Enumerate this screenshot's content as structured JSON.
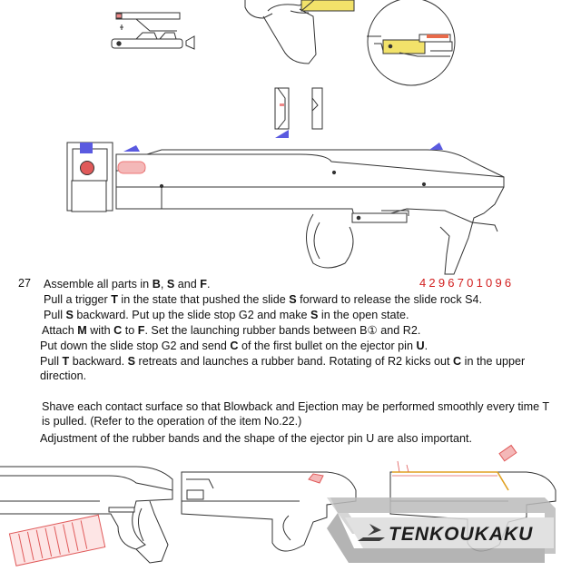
{
  "step_number": "27",
  "serial_number": "4296701096",
  "instructions": {
    "line1": [
      "Assemble all parts in ",
      "B",
      ", ",
      "S",
      " and ",
      "F",
      "."
    ],
    "line2": [
      "Pull a trigger ",
      "T",
      " in the state that pushed the slide ",
      "S",
      " forward to release the slide rock S4."
    ],
    "line3": [
      "Pull ",
      "S",
      " backward. Put up the slide stop G2 and make ",
      "S",
      " in the open state."
    ],
    "line4": [
      "Attach ",
      "M",
      " with ",
      "C",
      " to ",
      "F",
      ". Set the launching rubber bands between B①  and R2."
    ],
    "line5": [
      "Put down the slide stop G2 and send ",
      "C",
      " of the first bullet on the ejector pin ",
      "U",
      "."
    ],
    "line6": [
      "Pull ",
      "T",
      " backward. ",
      "S",
      " retreats and launches a rubber band. Rotating of R2 kicks out ",
      "C",
      " in the upper direction."
    ]
  },
  "notes": {
    "para1": "Shave each contact surface so that Blowback and Ejection may be performed smoothly every time T is pulled. (Refer to the operation of the item No.22.)",
    "para2": "Adjustment of the rubber bands and the shape of the ejector pin U are also important."
  },
  "watermark": "TENKOUKAKU",
  "colors": {
    "serial": "#d21f1f",
    "slide_stop": "#f2e26a",
    "sight": "#5a5ae0",
    "bullet": "#f4b8b8"
  }
}
